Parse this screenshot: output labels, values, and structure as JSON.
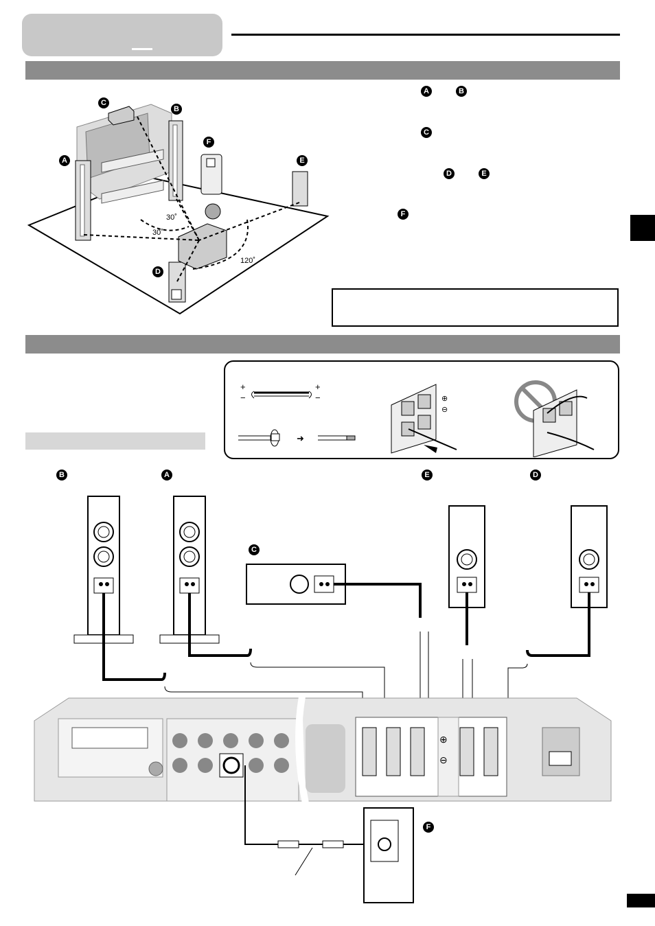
{
  "labels": {
    "a": "A",
    "b": "B",
    "c": "C",
    "d": "D",
    "e": "E",
    "f": "F"
  },
  "placement": {
    "angle_front_1": "30˚",
    "angle_front_2": "30˚",
    "angle_rear": "120˚"
  },
  "terminals": {
    "plus": "+",
    "minus": "−",
    "plus_circled": "⊕",
    "minus_circled": "⊖",
    "arrow": "➜"
  },
  "colors": {
    "section_bar": "#8c8c8c",
    "tab": "#c8c8c8",
    "sub_bar": "#d7d7d7",
    "unit_panel": "#e6e6e6"
  }
}
